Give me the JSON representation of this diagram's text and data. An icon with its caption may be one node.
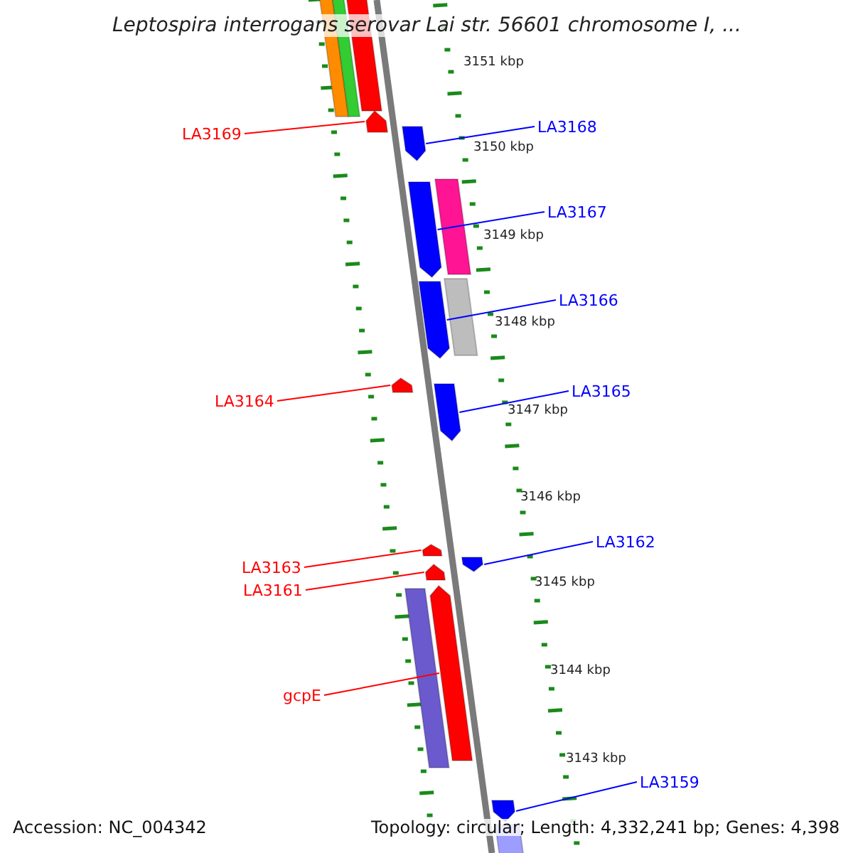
{
  "diagram": {
    "title": "Leptospira interrogans serovar Lai str. 56601 chromosome I, ...",
    "nodes": [
      {
        "text": [
          "LA3169"
        ]
      },
      {
        "text": [
          "LA3168"
        ]
      },
      {
        "text": [
          "LA3167"
        ]
      },
      {
        "text": [
          "LA3166"
        ]
      },
      {
        "text": [
          "LA3164"
        ]
      },
      {
        "text": [
          "LA3165"
        ]
      },
      {
        "text": [
          "LA3162"
        ]
      },
      {
        "text": [
          "LA3163"
        ]
      },
      {
        "text": [
          "LA3161"
        ]
      },
      {
        "text": [
          "gcpE"
        ]
      },
      {
        "text": [
          "LA3159"
        ]
      },
      {
        "text": [],
        "shape": "pentagon"
      },
      {
        "text": [],
        "shape": "pentagon"
      },
      {
        "text": [],
        "shape": "pentagon"
      },
      {
        "text": [],
        "shape": "pentagon"
      },
      {
        "text": [],
        "shape": "pentagon"
      },
      {
        "text": [],
        "shape": "pentagon"
      },
      {
        "text": [],
        "shape": "pentagon"
      },
      {
        "text": [],
        "shape": "pentagon"
      },
      {
        "text": [],
        "shape": "pentagon"
      },
      {
        "text": [],
        "shape": "pentagon"
      },
      {
        "text": [],
        "shape": "pentagon"
      },
      {
        "text": [],
        "shape": "bar"
      },
      {
        "text": [],
        "shape": "bar"
      },
      {
        "text": [],
        "shape": "bar"
      },
      {
        "text": [],
        "shape": "bar"
      },
      {
        "text": [],
        "shape": "bar"
      },
      {
        "text": [],
        "shape": "bar"
      },
      {
        "text": [],
        "shape": "bar"
      }
    ],
    "edges": [
      {
        "from": 0,
        "to": 11,
        "arrow": "none",
        "color": "#ff0000"
      },
      {
        "from": 1,
        "to": 12,
        "arrow": "none"
      },
      {
        "from": 2,
        "to": 13,
        "arrow": "none"
      },
      {
        "from": 3,
        "to": 14,
        "arrow": "none"
      },
      {
        "from": 4,
        "to": 15,
        "arrow": "none",
        "color": "#ff0000"
      },
      {
        "from": 5,
        "to": 16,
        "arrow": "none"
      },
      {
        "from": 6,
        "to": 18,
        "arrow": "none"
      },
      {
        "from": 7,
        "to": 17,
        "arrow": "none",
        "color": "#ff0000"
      },
      {
        "from": 8,
        "to": 19,
        "arrow": "none",
        "color": "#ff0000"
      },
      {
        "from": 9,
        "to": 20,
        "arrow": "none",
        "color": "#ff0000"
      },
      {
        "from": 10,
        "to": 21,
        "arrow": "none"
      }
    ],
    "labels": [
      "3151 kbp",
      "3150 kbp",
      "3149 kbp",
      "3148 kbp",
      "3147 kbp",
      "3146 kbp",
      "3145 kbp",
      "3144 kbp",
      "3143 kbp",
      "Accession: NC_004342",
      "Topology: circular; Length: 4,332,241 bp; Genes: 4,398"
    ]
  }
}
